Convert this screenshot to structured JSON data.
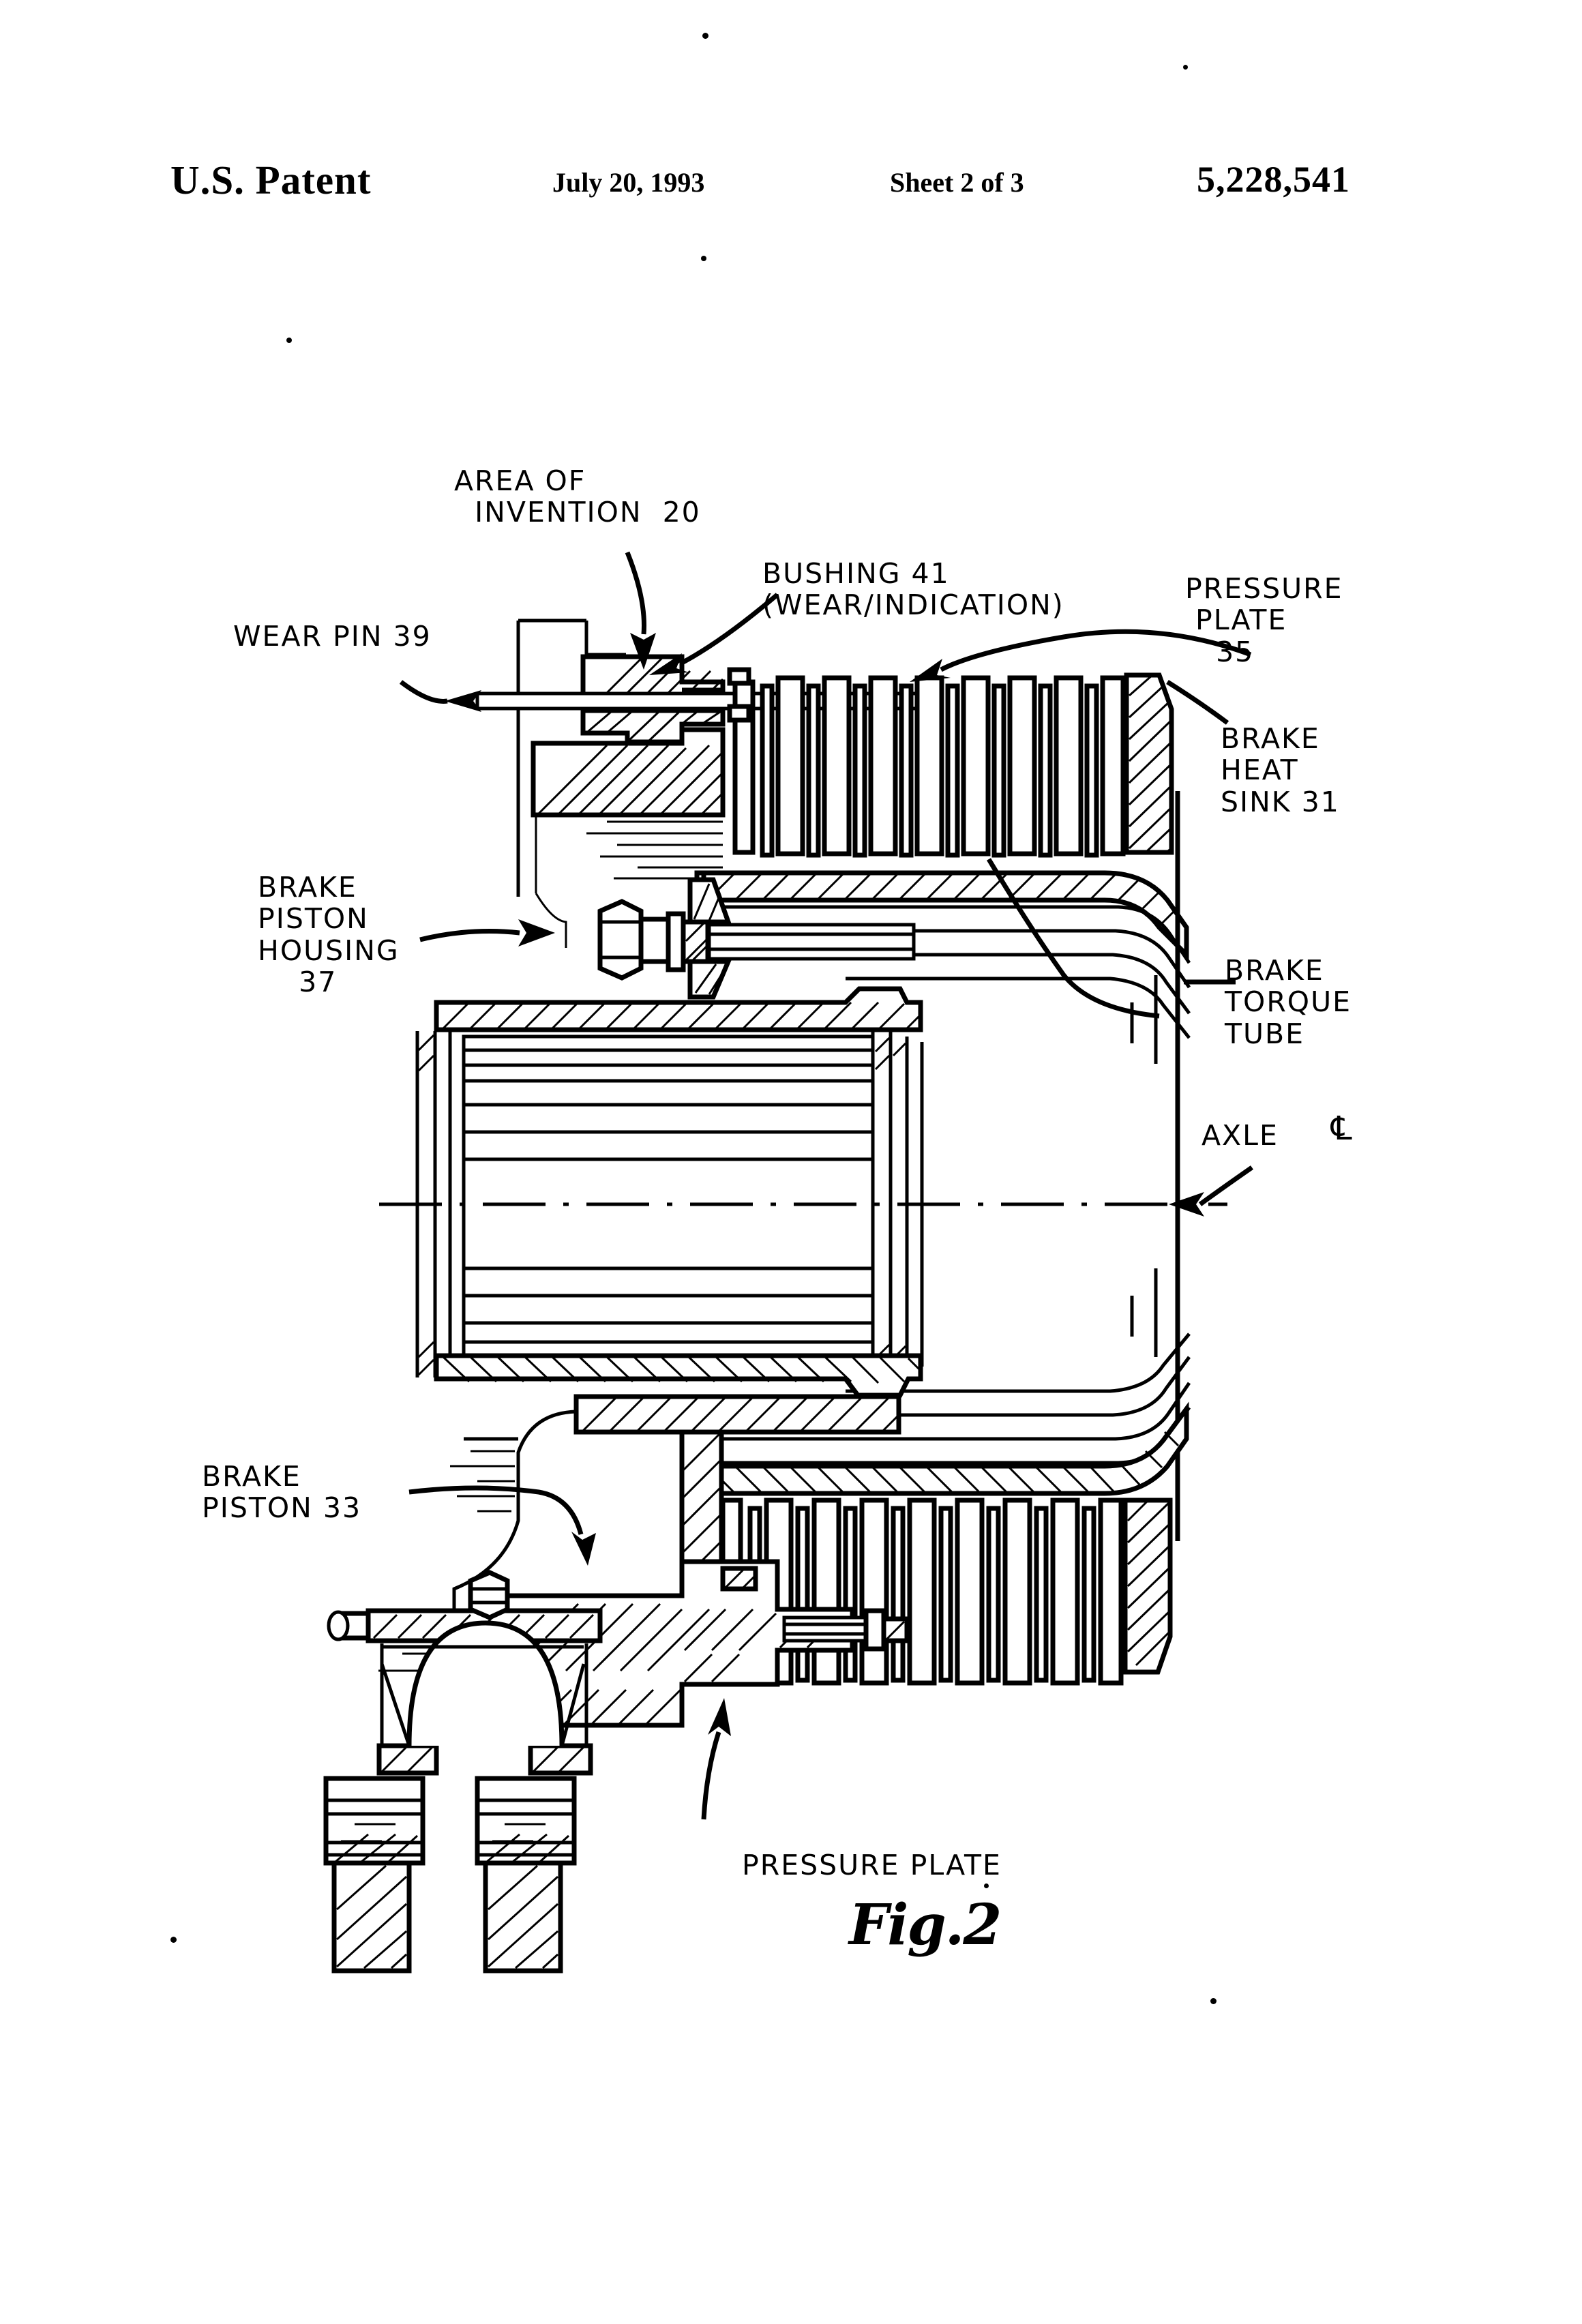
{
  "header": {
    "office": "U.S. Patent",
    "date": "July 20, 1993",
    "sheet": "Sheet 2 of 3",
    "patent_number": "5,228,541"
  },
  "figure": {
    "caption": "Fig.2",
    "callouts": [
      {
        "id": "area-of-invention",
        "text": "AREA OF\n  INVENTION  20"
      },
      {
        "id": "bushing",
        "text": "BUSHING 41\n(WEAR/INDICATION)"
      },
      {
        "id": "pressure-plate-35",
        "text": "PRESSURE\n PLATE\n   35"
      },
      {
        "id": "brake-heat-sink",
        "text": "BRAKE\nHEAT\nSINK 31"
      },
      {
        "id": "wear-pin",
        "text": "WEAR PIN 39"
      },
      {
        "id": "brake-piston-housing",
        "text": "BRAKE\nPISTON\nHOUSING\n    37"
      },
      {
        "id": "brake-torque-tube",
        "text": "BRAKE\nTORQUE\nTUBE"
      },
      {
        "id": "axle-centerline",
        "text": "AXLE"
      },
      {
        "id": "axle-cl-symbol",
        "text": "℄"
      },
      {
        "id": "brake-piston-33",
        "text": "BRAKE\nPISTON 33"
      },
      {
        "id": "pressure-plate-bottom",
        "text": "PRESSURE PLATE"
      }
    ]
  },
  "colors": {
    "ink": "#000000",
    "paper": "#ffffff"
  }
}
